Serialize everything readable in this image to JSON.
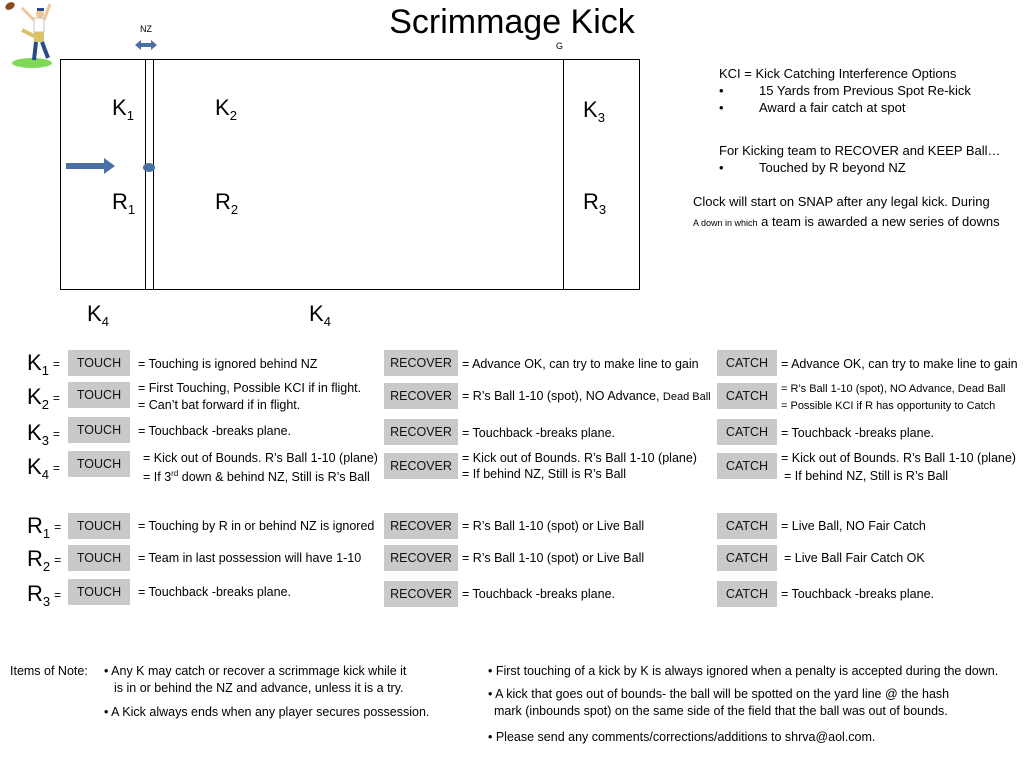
{
  "title": "Scrimmage Kick",
  "field": {
    "nz_label": "NZ",
    "g_label": "G",
    "positions": [
      {
        "letter": "K",
        "sub": "1"
      },
      {
        "letter": "K",
        "sub": "2"
      },
      {
        "letter": "K",
        "sub": "3"
      },
      {
        "letter": "R",
        "sub": "1"
      },
      {
        "letter": "R",
        "sub": "2"
      },
      {
        "letter": "R",
        "sub": "3"
      },
      {
        "letter": "K",
        "sub": "4"
      },
      {
        "letter": "K",
        "sub": "4"
      }
    ]
  },
  "info": {
    "kci_title": "KCI = Kick Catching Interference  Options",
    "kci_bullets": [
      "15 Yards from Previous Spot Re-kick",
      "Award a fair catch at spot"
    ],
    "recover_title": "For Kicking team to RECOVER and KEEP Ball…",
    "recover_bullets": [
      "Touched by R  beyond NZ"
    ],
    "clock_line1": "Clock will start on SNAP after any legal kick. During",
    "clock_small": "A down in which",
    "clock_line2": " a team is awarded a new series of downs",
    "bullet": "•"
  },
  "buttons": {
    "touch": "TOUCH",
    "recover": "RECOVER",
    "catch": "CATCH"
  },
  "rows": [
    {
      "letter": "K",
      "sub": "1",
      "eq": "=",
      "touch": [
        "= Touching is ignored behind NZ"
      ],
      "recover": [
        "= Advance OK, can try to make line to gain"
      ],
      "catch": [
        "= Advance OK, can try to make line to gain"
      ]
    },
    {
      "letter": "K",
      "sub": "2",
      "eq": "=",
      "touch": [
        "= First Touching, Possible KCI if in flight.",
        "= Can’t bat forward if in flight."
      ],
      "recover_main": "= R’s Ball 1-10 (spot), NO Advance, ",
      "recover_small": "Dead Ball",
      "catch": [
        "= R’s Ball 1-10 (spot), NO Advance, Dead Ball",
        "= Possible KCI if R has opportunity to Catch"
      ]
    },
    {
      "letter": "K",
      "sub": "3",
      "eq": "=",
      "touch": [
        "= Touchback -breaks plane."
      ],
      "recover": [
        "= Touchback -breaks plane."
      ],
      "catch": [
        "= Touchback -breaks plane."
      ]
    },
    {
      "letter": "K",
      "sub": "4",
      "eq": "=",
      "touch": [
        "= Kick out of Bounds. R’s Ball 1-10 (plane)"
      ],
      "touch2_pre": "= If 3",
      "touch2_sup": "rd",
      "touch2_post": " down & behind NZ, Still is R’s Ball",
      "recover": [
        "= Kick out of Bounds. R’s Ball 1-10 (plane)",
        "= If behind NZ, Still is R’s Ball"
      ],
      "catch": [
        "= Kick out of Bounds. R’s Ball 1-10 (plane)",
        "= If behind NZ, Still is R’s Ball"
      ]
    },
    {
      "letter": "R",
      "sub": "1",
      "eq": "=",
      "touch": [
        "= Touching by R in or behind NZ is ignored"
      ],
      "recover": [
        "= R’s Ball 1-10 (spot) or Live Ball"
      ],
      "catch": [
        "= Live Ball, NO Fair Catch"
      ]
    },
    {
      "letter": "R",
      "sub": "2",
      "eq": "=",
      "touch": [
        "= Team in last possession will have 1-10"
      ],
      "recover": [
        "= R’s Ball 1-10 (spot) or Live Ball"
      ],
      "catch": [
        "= Live Ball Fair Catch OK"
      ]
    },
    {
      "letter": "R",
      "sub": "3",
      "eq": "=",
      "touch": [
        "= Touchback -breaks plane."
      ],
      "recover": [
        "= Touchback -breaks plane."
      ],
      "catch": [
        "= Touchback -breaks plane."
      ]
    }
  ],
  "notes": {
    "label": "Items of Note:",
    "left": [
      "• Any K may catch or recover a scrimmage kick while it",
      "is in or behind the NZ and advance, unless it is a try.",
      "• A Kick always ends when any player secures possession."
    ],
    "right": [
      "• First touching of a kick by K is always ignored when a penalty is accepted during the down.",
      "• A kick that goes out of bounds- the ball will be spotted on the yard line @ the hash",
      "mark (inbounds spot) on the same side of the field that the ball was out of bounds.",
      "• Please send any comments/corrections/additions to shrva@aol.com."
    ]
  },
  "colors": {
    "arrow": "#4a6fa5",
    "button_bg": "#c9c9c9",
    "grass": "#7ed957"
  }
}
